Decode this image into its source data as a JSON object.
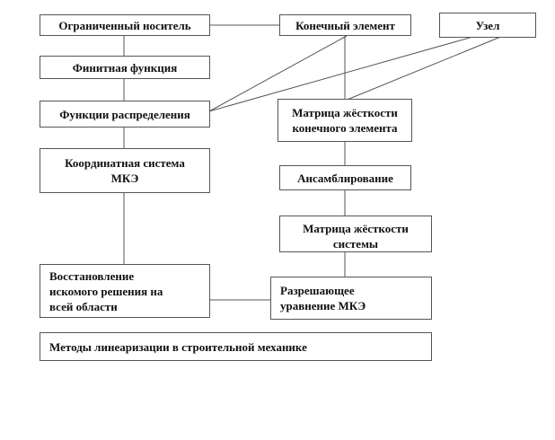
{
  "nodes": {
    "restricted_carrier": "Ограниченный носитель",
    "finite_element": "Конечный элемент",
    "nodes": "Узел",
    "finite_function": "Финитная функция",
    "distribution_functions": "Функции распределения",
    "element_stiffness_matrix": "Матрица жёсткости\nконечного элемента",
    "coordinate_system": "Координатная система\nМКЭ",
    "assembly": "Ансамблирование",
    "system_stiffness_matrix": "Матрица жёсткости\nсистемы",
    "solution_restoration": "Восстановление\nискомого решения на\nвсей области",
    "resolving_equation": "Разрешающее\nуравнение МКЭ",
    "linearization_methods": "Методы линеаризации в строительной механике"
  }
}
